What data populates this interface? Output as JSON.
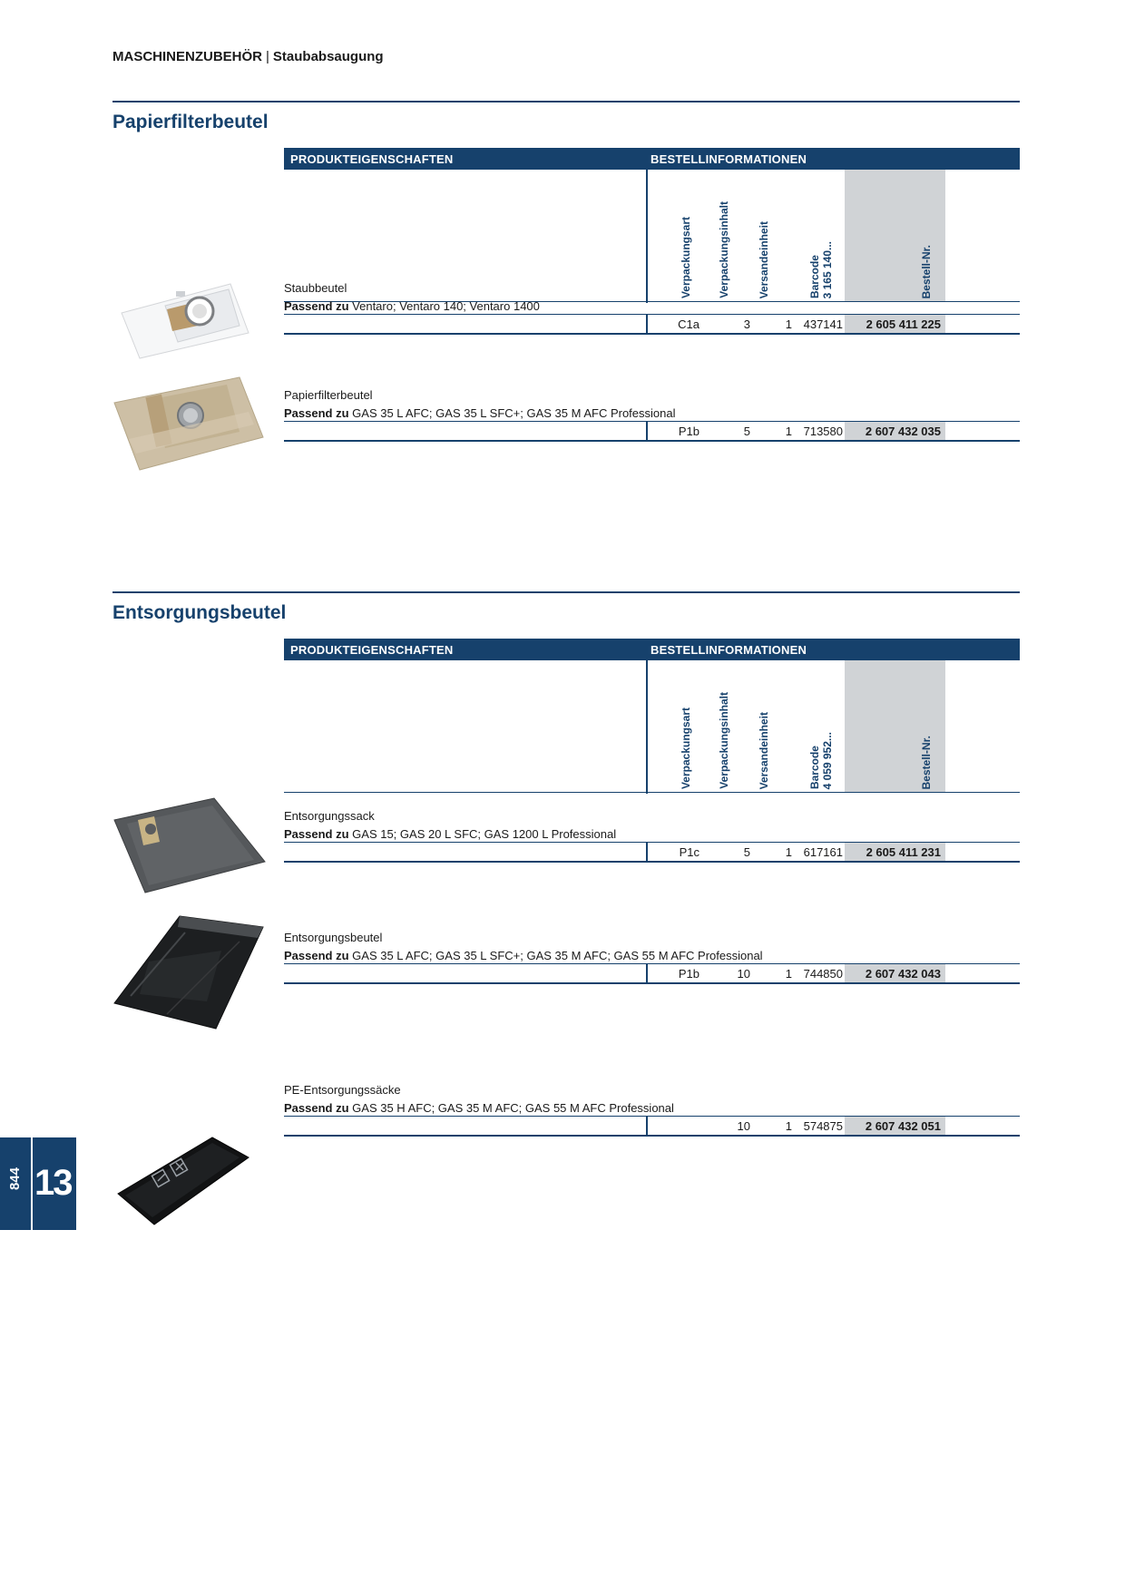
{
  "header": {
    "category": "MASCHINENZUBEHÖR",
    "separator": "|",
    "subcategory": "Staubabsaugung"
  },
  "column_headers": {
    "left_group": "PRODUKTEIGENSCHAFTEN",
    "right_group": "BESTELLINFORMATIONEN",
    "packaging_type": "Verpackungsart",
    "packaging_content": "Verpackungsinhalt",
    "shipping_unit": "Versandeinheit",
    "barcode": "Barcode",
    "order_nr": "Bestell-Nr."
  },
  "fits_label": "Passend zu",
  "sections": [
    {
      "title": "Papierfilterbeutel",
      "barcode_prefix": "3 165 140...",
      "products": [
        {
          "name": "Staubbeutel",
          "fits": "Ventaro; Ventaro 140; Ventaro 1400",
          "packaging_type": "C1a",
          "packaging_content": "3",
          "shipping_unit": "1",
          "barcode": "437141",
          "order_nr": "2 605 411 225"
        },
        {
          "name": "Papierfilterbeutel",
          "fits": "GAS 35 L AFC; GAS 35 L SFC+; GAS 35 M AFC Professional",
          "packaging_type": "P1b",
          "packaging_content": "5",
          "shipping_unit": "1",
          "barcode": "713580",
          "order_nr": "2 607 432 035"
        }
      ]
    },
    {
      "title": "Entsorgungsbeutel",
      "barcode_prefix": "4 059 952...",
      "products": [
        {
          "name": "Entsorgungssack",
          "fits": "GAS 15; GAS 20 L SFC; GAS 1200 L Professional",
          "packaging_type": "P1c",
          "packaging_content": "5",
          "shipping_unit": "1",
          "barcode": "617161",
          "order_nr": "2 605 411 231"
        },
        {
          "name": "Entsorgungsbeutel",
          "fits": "GAS 35 L AFC; GAS 35 L SFC+; GAS 35 M AFC; GAS 55 M AFC Professional",
          "packaging_type": "P1b",
          "packaging_content": "10",
          "shipping_unit": "1",
          "barcode": "744850",
          "order_nr": "2 607 432 043"
        },
        {
          "name": "PE-Entsorgungssäcke",
          "fits": "GAS 35 H AFC; GAS 35 M AFC; GAS 55 M AFC Professional",
          "packaging_type": "",
          "packaging_content": "10",
          "shipping_unit": "1",
          "barcode": "574875",
          "order_nr": "2 607 432 051"
        }
      ]
    }
  ],
  "page": {
    "chapter": "13",
    "number": "844"
  }
}
